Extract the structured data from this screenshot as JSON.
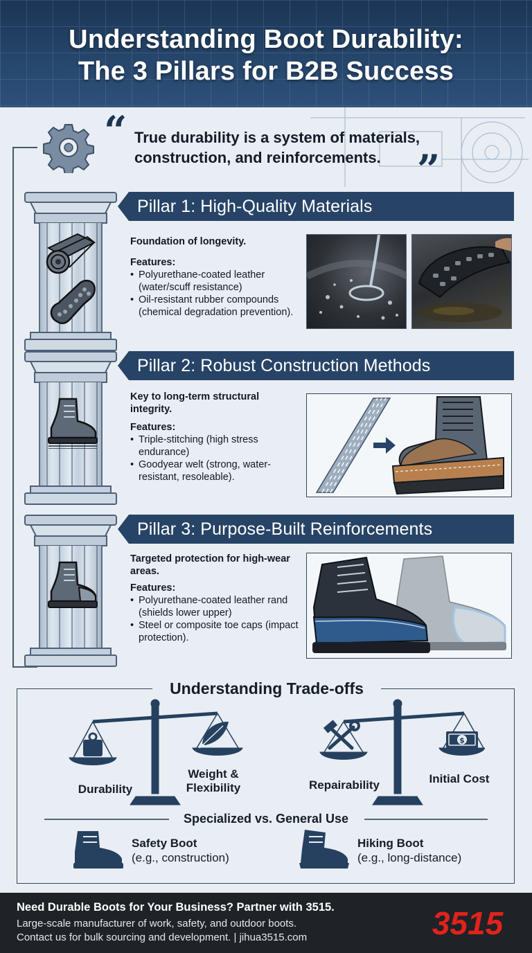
{
  "header": {
    "title_line1": "Understanding Boot Durability:",
    "title_line2": "The 3 Pillars for B2B Success"
  },
  "quote": {
    "open_mark": "“",
    "close_mark": "”",
    "line1": "True durability is a system of materials,",
    "line2": "construction, and reinforcements."
  },
  "pillars": [
    {
      "title": "Pillar 1: High-Quality Materials",
      "lead": "Foundation of longevity.",
      "features_label": "Features:",
      "features": [
        "Polyurethane-coated leather (water/scuff resistance)",
        "Oil-resistant rubber compounds (chemical degradation prevention)."
      ],
      "icons": [
        "leather-roll-icon",
        "rubber-sole-icon"
      ]
    },
    {
      "title": "Pillar 2: Robust Construction Methods",
      "lead": "Key to long-term structural integrity.",
      "features_label": "Features:",
      "features": [
        "Triple-stitching (high stress endurance)",
        "Goodyear welt (strong, water-resistant, resoleable)."
      ],
      "icons": [
        "boot-icon"
      ]
    },
    {
      "title": "Pillar 3: Purpose-Built Reinforcements",
      "lead": "Targeted protection for high-wear areas.",
      "features_label": "Features:",
      "features": [
        "Polyurethane-coated leather rand (shields lower upper)",
        "Steel or composite toe caps (impact protection)."
      ],
      "icons": [
        "boot-icon"
      ]
    }
  ],
  "tradeoffs": {
    "title": "Understanding Trade-offs",
    "scale1": {
      "left": "Durability",
      "right_line1": "Weight &",
      "right_line2": "Flexibility"
    },
    "scale2": {
      "left": "Repairability",
      "right": "Initial Cost"
    },
    "specialized_title": "Specialized vs. General Use",
    "boot1": {
      "name": "Safety Boot",
      "sub": "(e.g., construction)"
    },
    "boot2": {
      "name": "Hiking Boot",
      "sub": "(e.g., long-distance)"
    }
  },
  "footer": {
    "line1": "Need Durable Boots for Your Business? Partner with 3515.",
    "line2": "Large-scale manufacturer of work, safety, and outdoor boots.",
    "line3": "Contact us for bulk sourcing and development. | jihua3515.com",
    "logo": "3515"
  },
  "colors": {
    "navy": "#274467",
    "header": "#1b3554",
    "footer": "#1f2227",
    "logo_red": "#e0231b",
    "background": "#e9eef4"
  }
}
